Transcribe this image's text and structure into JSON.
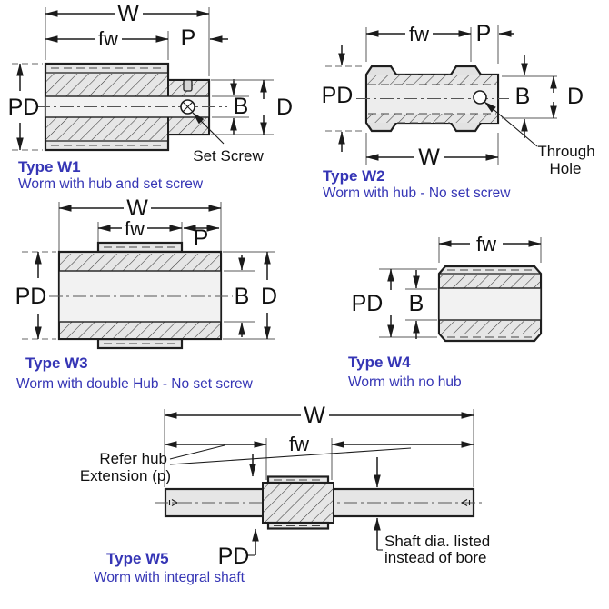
{
  "sheet": {
    "background": "#ffffff"
  },
  "colors": {
    "accent_blue": "#3535b5",
    "line": "#1b1b1b",
    "body_fill": "#e6e6e6",
    "bore_fill": "#f2f2f2"
  },
  "diagrams": {
    "w1": {
      "title": "Type W1",
      "description": "Worm with hub and set screw",
      "labels": {
        "w": "W",
        "fw": "fw",
        "p": "P",
        "pd": "PD",
        "b": "B",
        "d": "D",
        "set_screw": "Set Screw"
      }
    },
    "w2": {
      "title": "Type W2",
      "description": "Worm with hub - No set screw",
      "labels": {
        "w": "W",
        "fw": "fw",
        "p": "P",
        "pd": "PD",
        "b": "B",
        "d": "D",
        "through_line1": "Through",
        "through_line2": "Hole"
      }
    },
    "w3": {
      "title": "Type W3",
      "description": "Worm with double Hub - No set screw",
      "labels": {
        "w": "W",
        "fw": "fw",
        "p": "P",
        "pd": "PD",
        "b": "B",
        "d": "D"
      }
    },
    "w4": {
      "title": "Type W4",
      "description": "Worm with no hub",
      "labels": {
        "fw": "fw",
        "pd": "PD",
        "b": "B"
      }
    },
    "w5": {
      "title": "Type W5",
      "description": "Worm with integral shaft",
      "labels": {
        "w": "W",
        "fw": "fw",
        "pd": "PD",
        "refer_line1": "Refer hub",
        "refer_line2": "Extension (p)",
        "shaft_line1": "Shaft dia. listed",
        "shaft_line2": "instead of bore"
      }
    }
  }
}
